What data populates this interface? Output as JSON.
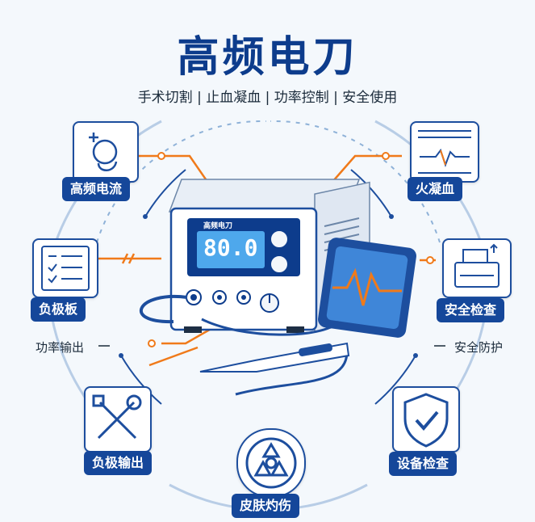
{
  "title": "高频电刀",
  "subtitle": "手术切割 | 止血凝血 | 功率控制 | 安全使用",
  "device": {
    "brand": "高频电刀",
    "display": "80.0"
  },
  "nodes": {
    "hf_current": "高频电流",
    "coag": "火凝血",
    "neg_plate": "负极板",
    "safety_check": "安全检查",
    "neg_output": "负极输出",
    "device_check": "设备检查",
    "skin_burn": "皮肤灼伤"
  },
  "side_labels": {
    "power_output": "功率输出",
    "safety_protect": "安全防护"
  },
  "colors": {
    "primary": "#15479a",
    "accent": "#f07a1a",
    "background": "#f4f8fc"
  }
}
